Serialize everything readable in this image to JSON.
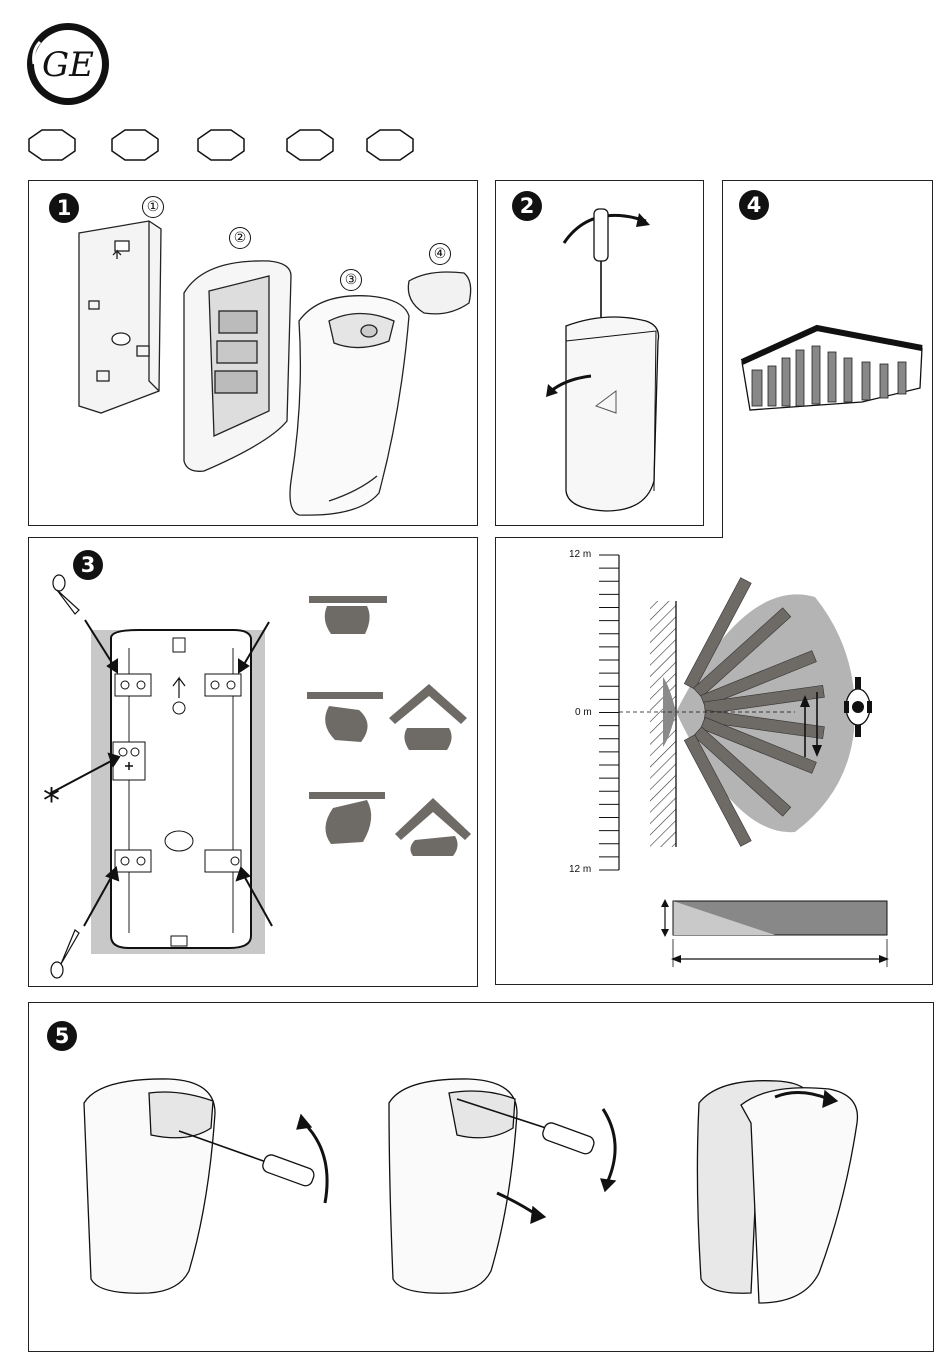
{
  "logo": {
    "text": "GE",
    "icon": "ge-monogram-logo"
  },
  "language_badges": [
    "",
    "",
    "",
    "",
    ""
  ],
  "steps": {
    "step1": {
      "number": "1",
      "parts": [
        "①",
        "②",
        "③",
        "④"
      ]
    },
    "step2": {
      "number": "2"
    },
    "step3": {
      "number": "3",
      "footnote_symbol": "*"
    },
    "step4": {
      "number": "4"
    },
    "step5": {
      "number": "5"
    }
  },
  "coverage_chart": {
    "top_label": "12 m",
    "middle_label": "0 m",
    "bottom_label": "12 m"
  },
  "colors": {
    "ink": "#111111",
    "gray_fill": "#b4b4b4",
    "dark_gray": "#6e6a66",
    "mount_gray": "#c8c8c8"
  }
}
